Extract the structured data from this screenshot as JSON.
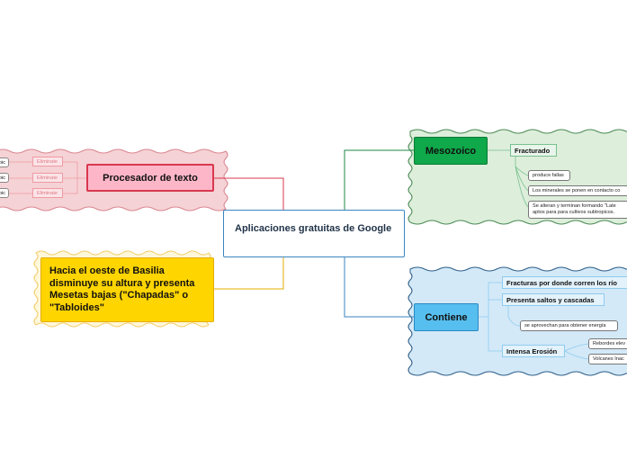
{
  "central": {
    "title": "Aplicaciones gratuitas de Google"
  },
  "procesador": {
    "title": "Procesador de texto",
    "items": [
      {
        "sub": "Eliminate",
        "leaf": "oic"
      },
      {
        "sub": "Eliminate",
        "leaf": "oic"
      },
      {
        "sub": "Eliminate",
        "leaf": "oic"
      }
    ]
  },
  "hacia": {
    "title": "Hacia el oeste de Basilia disminuye su altura y presenta Mesetas bajas (\"Chapadas\" o \"Tabloides\""
  },
  "mesozoico": {
    "title": "Mesozoico",
    "sub": "Fracturado",
    "leaves": [
      "produce fallas",
      "Los minerales se ponen en contacto co",
      "Se alteran y terminan formando \"Late",
      "aptos para para cultivos subtropicos."
    ]
  },
  "contiene": {
    "title": "Contiene",
    "subs": [
      "Fracturas por donde corren los río",
      "Presenta saltos y cascadas",
      "Intensa Erosión"
    ],
    "saltos_leaf": "se aprovechan para obtener energía",
    "erosion_leaves": [
      "Rebordes elev",
      "Volcanes Inac"
    ]
  },
  "colors": {
    "red": "#d8384e",
    "green": "#0fa84a",
    "blue": "#56bfef",
    "yellow": "#ffd500",
    "central_border": "#3a85c0"
  }
}
